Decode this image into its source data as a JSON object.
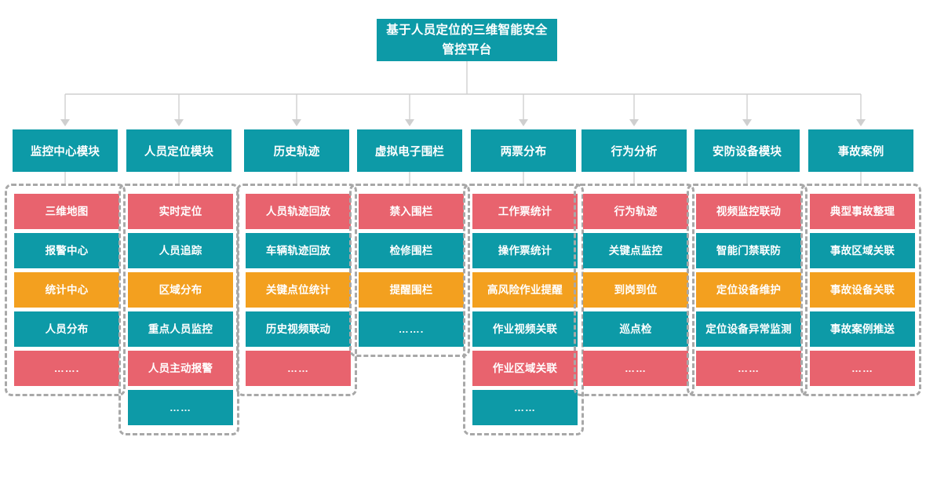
{
  "title": {
    "text": "基于人员定位的三维智能安全管控平台"
  },
  "colors": {
    "teal": "#0d9aa7",
    "red": "#e8636e",
    "orange": "#f3a01f",
    "connector": "#cfcfcf",
    "group_border": "#a8a8a8",
    "text": "#ffffff"
  },
  "columns": [
    {
      "header": "监控中心模块",
      "items": [
        {
          "label": "三维地图",
          "color": "red"
        },
        {
          "label": "报警中心",
          "color": "teal"
        },
        {
          "label": "统计中心",
          "color": "orange"
        },
        {
          "label": "人员分布",
          "color": "teal"
        },
        {
          "label": "…….",
          "color": "red"
        }
      ]
    },
    {
      "header": "人员定位模块",
      "items": [
        {
          "label": "实时定位",
          "color": "red"
        },
        {
          "label": "人员追踪",
          "color": "teal"
        },
        {
          "label": "区域分布",
          "color": "orange"
        },
        {
          "label": "重点人员监控",
          "color": "teal"
        },
        {
          "label": "人员主动报警",
          "color": "red"
        },
        {
          "label": "……",
          "color": "teal"
        }
      ]
    },
    {
      "header": "历史轨迹",
      "items": [
        {
          "label": "人员轨迹回放",
          "color": "red"
        },
        {
          "label": "车辆轨迹回放",
          "color": "teal"
        },
        {
          "label": "关键点位统计",
          "color": "orange"
        },
        {
          "label": "历史视频联动",
          "color": "teal"
        },
        {
          "label": "……",
          "color": "red"
        }
      ]
    },
    {
      "header": "虚拟电子围栏",
      "items": [
        {
          "label": "禁入围栏",
          "color": "red"
        },
        {
          "label": "检修围栏",
          "color": "teal"
        },
        {
          "label": "提醒围栏",
          "color": "orange"
        },
        {
          "label": "…….",
          "color": "teal"
        }
      ]
    },
    {
      "header": "两票分布",
      "items": [
        {
          "label": "工作票统计",
          "color": "red"
        },
        {
          "label": "操作票统计",
          "color": "teal"
        },
        {
          "label": "高风险作业提醒",
          "color": "orange"
        },
        {
          "label": "作业视频关联",
          "color": "teal"
        },
        {
          "label": "作业区域关联",
          "color": "red"
        },
        {
          "label": "……",
          "color": "teal"
        }
      ]
    },
    {
      "header": "行为分析",
      "items": [
        {
          "label": "行为轨迹",
          "color": "red"
        },
        {
          "label": "关键点监控",
          "color": "teal"
        },
        {
          "label": "到岗到位",
          "color": "orange"
        },
        {
          "label": "巡点检",
          "color": "teal"
        },
        {
          "label": "……",
          "color": "red"
        }
      ]
    },
    {
      "header": "安防设备模块",
      "items": [
        {
          "label": "视频监控联动",
          "color": "red"
        },
        {
          "label": "智能门禁联防",
          "color": "teal"
        },
        {
          "label": "定位设备维护",
          "color": "orange"
        },
        {
          "label": "定位设备异常监测",
          "color": "teal"
        },
        {
          "label": "……",
          "color": "red"
        }
      ]
    },
    {
      "header": "事故案例",
      "items": [
        {
          "label": "典型事故整理",
          "color": "red"
        },
        {
          "label": "事故区域关联",
          "color": "teal"
        },
        {
          "label": "事故设备关联",
          "color": "orange"
        },
        {
          "label": "事故案例推送",
          "color": "teal"
        },
        {
          "label": "……",
          "color": "red"
        }
      ]
    }
  ]
}
